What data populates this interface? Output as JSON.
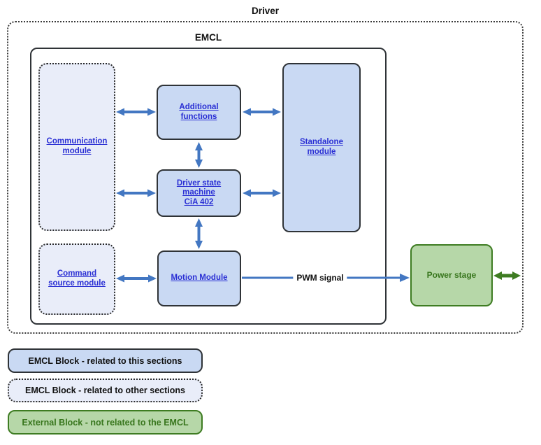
{
  "diagram": {
    "driver_title": "Driver",
    "emcl_title": "EMCL",
    "blocks": {
      "communication_module": "Communication\nmodule",
      "command_source_module": "Command\nsource module",
      "additional_functions": "Additional\nfunctions",
      "driver_state_machine": "Driver state\nmachine\nCiA 402",
      "motion_module": "Motion Module",
      "standalone_module": "Standalone\nmodule",
      "power_stage": "Power stage"
    },
    "labels": {
      "pwm_signal": "PWM signal"
    },
    "colors": {
      "block_blue_fill": "#c9d9f3",
      "block_dotted_fill": "#e9edf9",
      "block_green_fill": "#b6d7a8",
      "green_border": "#3e7c22",
      "green_text": "#38761d",
      "link_text_blue": "#2a2fd4",
      "arrow_blue": "#4377c2",
      "arrow_green": "#3e7c22",
      "border_dark": "#2f3337"
    }
  },
  "legend": {
    "items": [
      {
        "label": "EMCL Block - related to this sections",
        "style": "emcl-solid"
      },
      {
        "label": "EMCL Block - related to other sections",
        "style": "emcl-dotted"
      },
      {
        "label": "External Block - not related to the EMCL",
        "style": "external"
      }
    ]
  }
}
